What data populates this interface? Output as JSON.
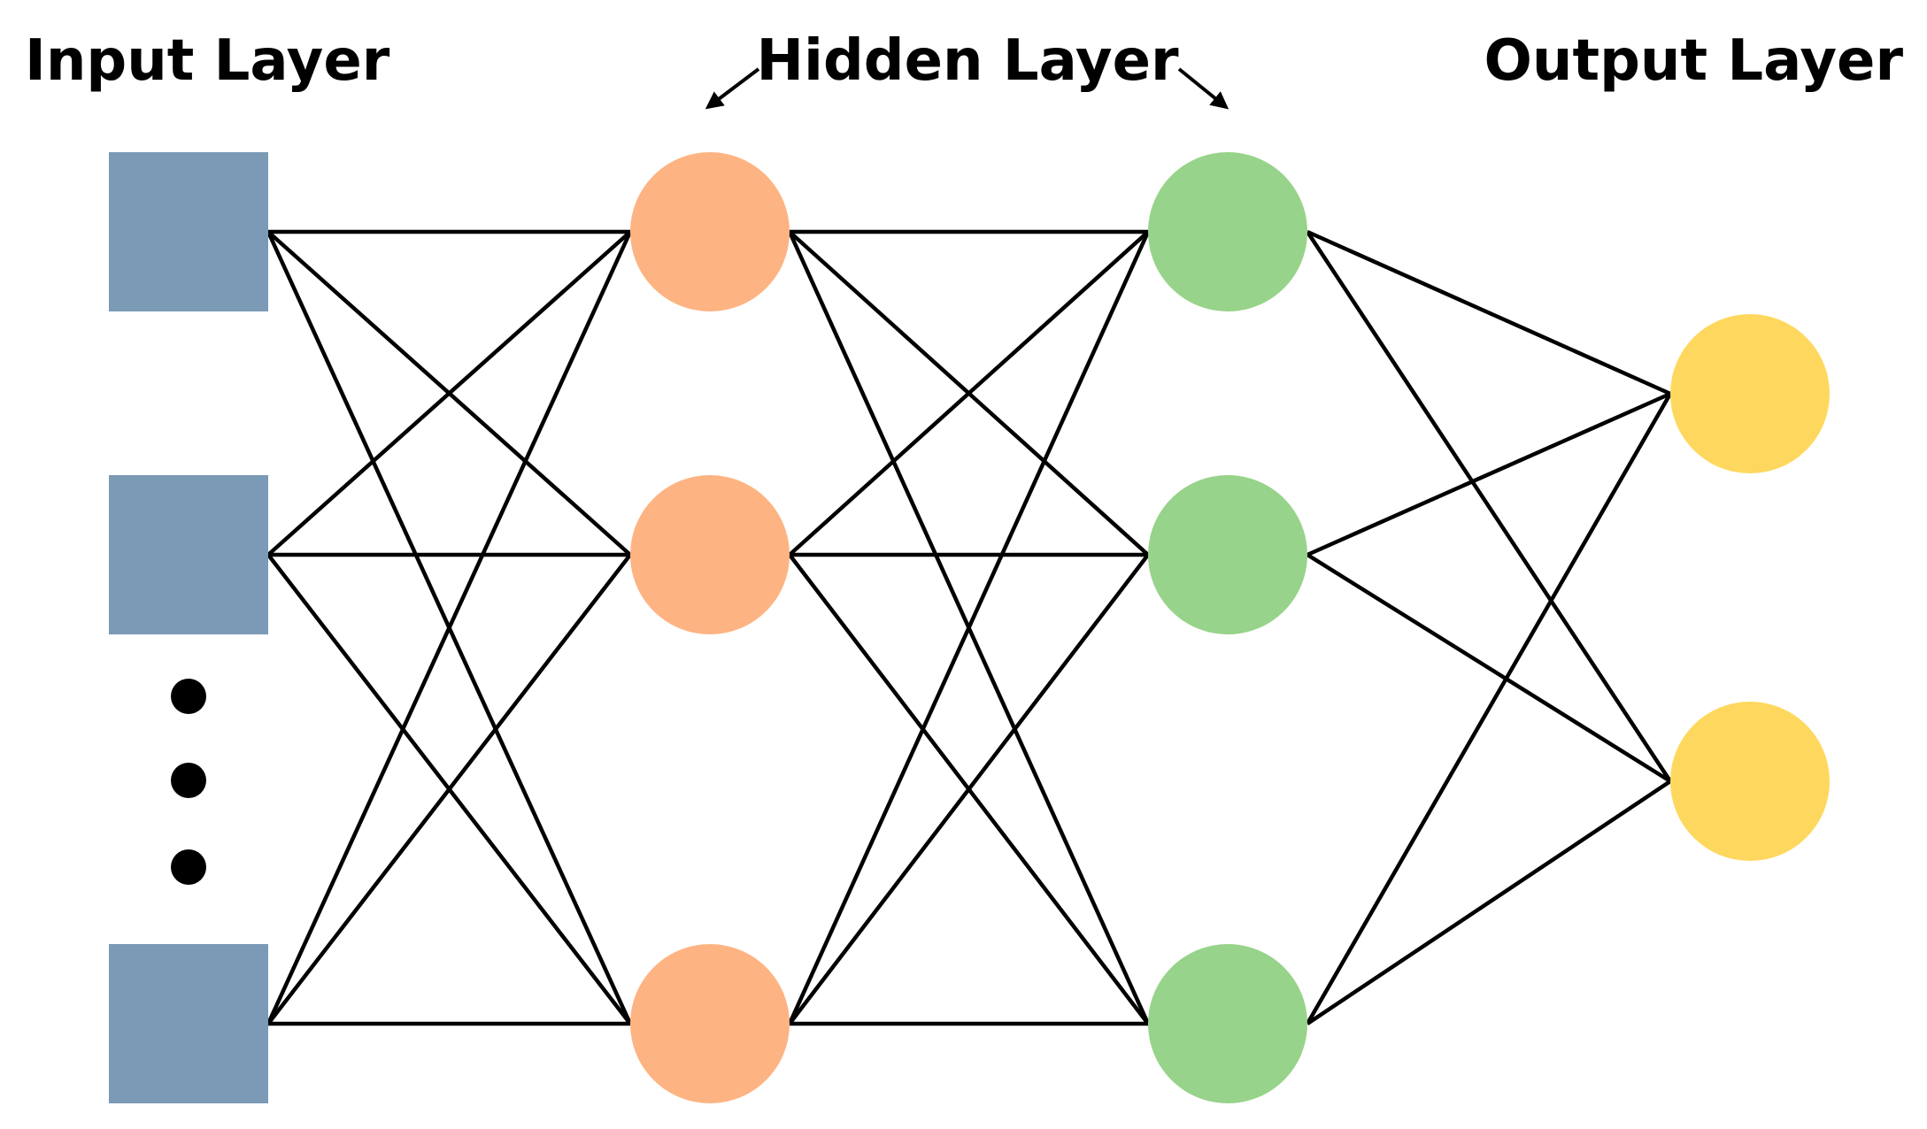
{
  "titles": {
    "input": "Input Layer",
    "hidden": "Hidden Layer",
    "output": "Output Layer"
  },
  "colors": {
    "input": "#7b9ab6",
    "hidden1": "#fdb482",
    "hidden2": "#97d38a",
    "output": "#fed85e",
    "edge": "#000000"
  },
  "layers": [
    {
      "id": "input",
      "shape": "square",
      "nodes": 3,
      "ellipsis": true
    },
    {
      "id": "hidden1",
      "shape": "circle",
      "nodes": 3
    },
    {
      "id": "hidden2",
      "shape": "circle",
      "nodes": 3
    },
    {
      "id": "output",
      "shape": "circle",
      "nodes": 2
    }
  ],
  "connectivity": "fully-connected"
}
